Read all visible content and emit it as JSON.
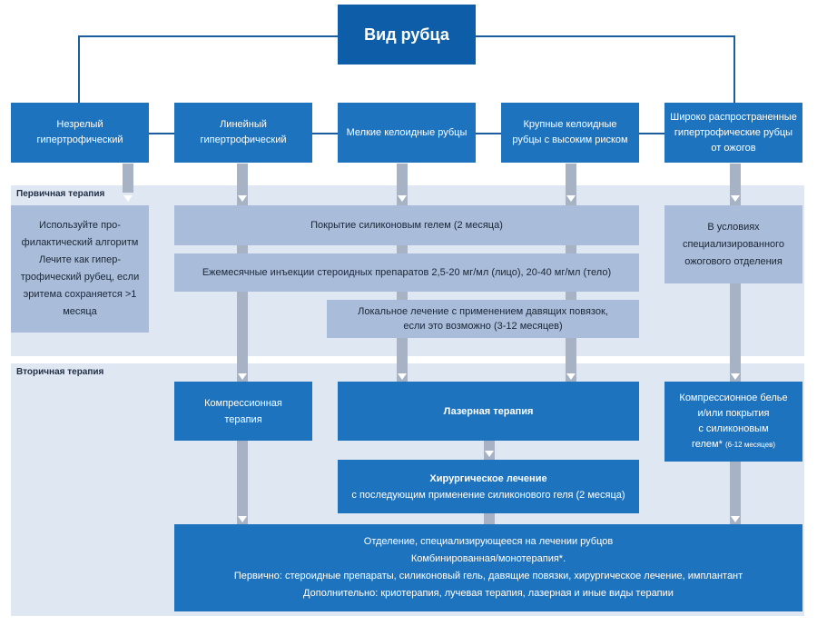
{
  "title": "Вид рубца",
  "categories": [
    {
      "line1": "Незрелый",
      "line2": "гипертрофический"
    },
    {
      "line1": "Линейный",
      "line2": "гипертрофический"
    },
    {
      "line1": "Мелкие келоидные рубцы",
      "line2": ""
    },
    {
      "line1": "Крупные келоидные",
      "line2": "рубцы с высоким риском"
    },
    {
      "line1": "Широко распространенные",
      "line2": "гипертрофические рубцы",
      "line3": "от ожогов"
    }
  ],
  "sections": {
    "primary": "Первичная терапия",
    "secondary": "Вторичная терапия"
  },
  "primary": {
    "prophylactic": [
      "Используйте про-",
      "филактический алгоритм",
      "Лечите как гипер-",
      "трофический рубец, если",
      "эритема сохраняется >1",
      "месяца"
    ],
    "silicone": "Покрытие силиконовым гелем (2 месяца)",
    "steroid": "Ежемесячные инъекции стероидных препаратов 2,5-20 мг/мл (лицо), 20-40 мг/мл (тело)",
    "pressure_line1": "Локальное лечение с применением давящих повязок,",
    "pressure_line2": "если это возможно (3-12 месяцев)",
    "burn_unit": [
      "В условиях",
      "специализированного",
      "ожогового отделения"
    ]
  },
  "secondary": {
    "compression_line1": "Компрессионная",
    "compression_line2": "терапия",
    "laser": "Лазерная терапия",
    "surgery_title": "Хирургическое лечение",
    "surgery_sub": "с последующим применение силиконового геля (2 месяца)",
    "garments": [
      "Компрессионное белье",
      "и/или покрытия",
      "с силиконовым"
    ],
    "garments_last": "гелем*",
    "garments_note": "(6-12 месяцев)"
  },
  "bottom": {
    "line1": "Отделение, специализирующееся на лечении рубцов",
    "line2": "Комбинированная/монотерапия*.",
    "line3": "Первично: стероидные препараты, силиконовый гель, давящие повязки, хирургическое лечение, имплантант",
    "line4": "Дополнительно: криотерапия, лучевая терапия, лазерная и иные виды терапии"
  },
  "colors": {
    "dark_blue": "#1e73be",
    "title_blue": "#0d5da8",
    "medium_blue": "#a9bcd9",
    "band": "#dfe7f3",
    "tree_line": "#1b5d9e"
  }
}
